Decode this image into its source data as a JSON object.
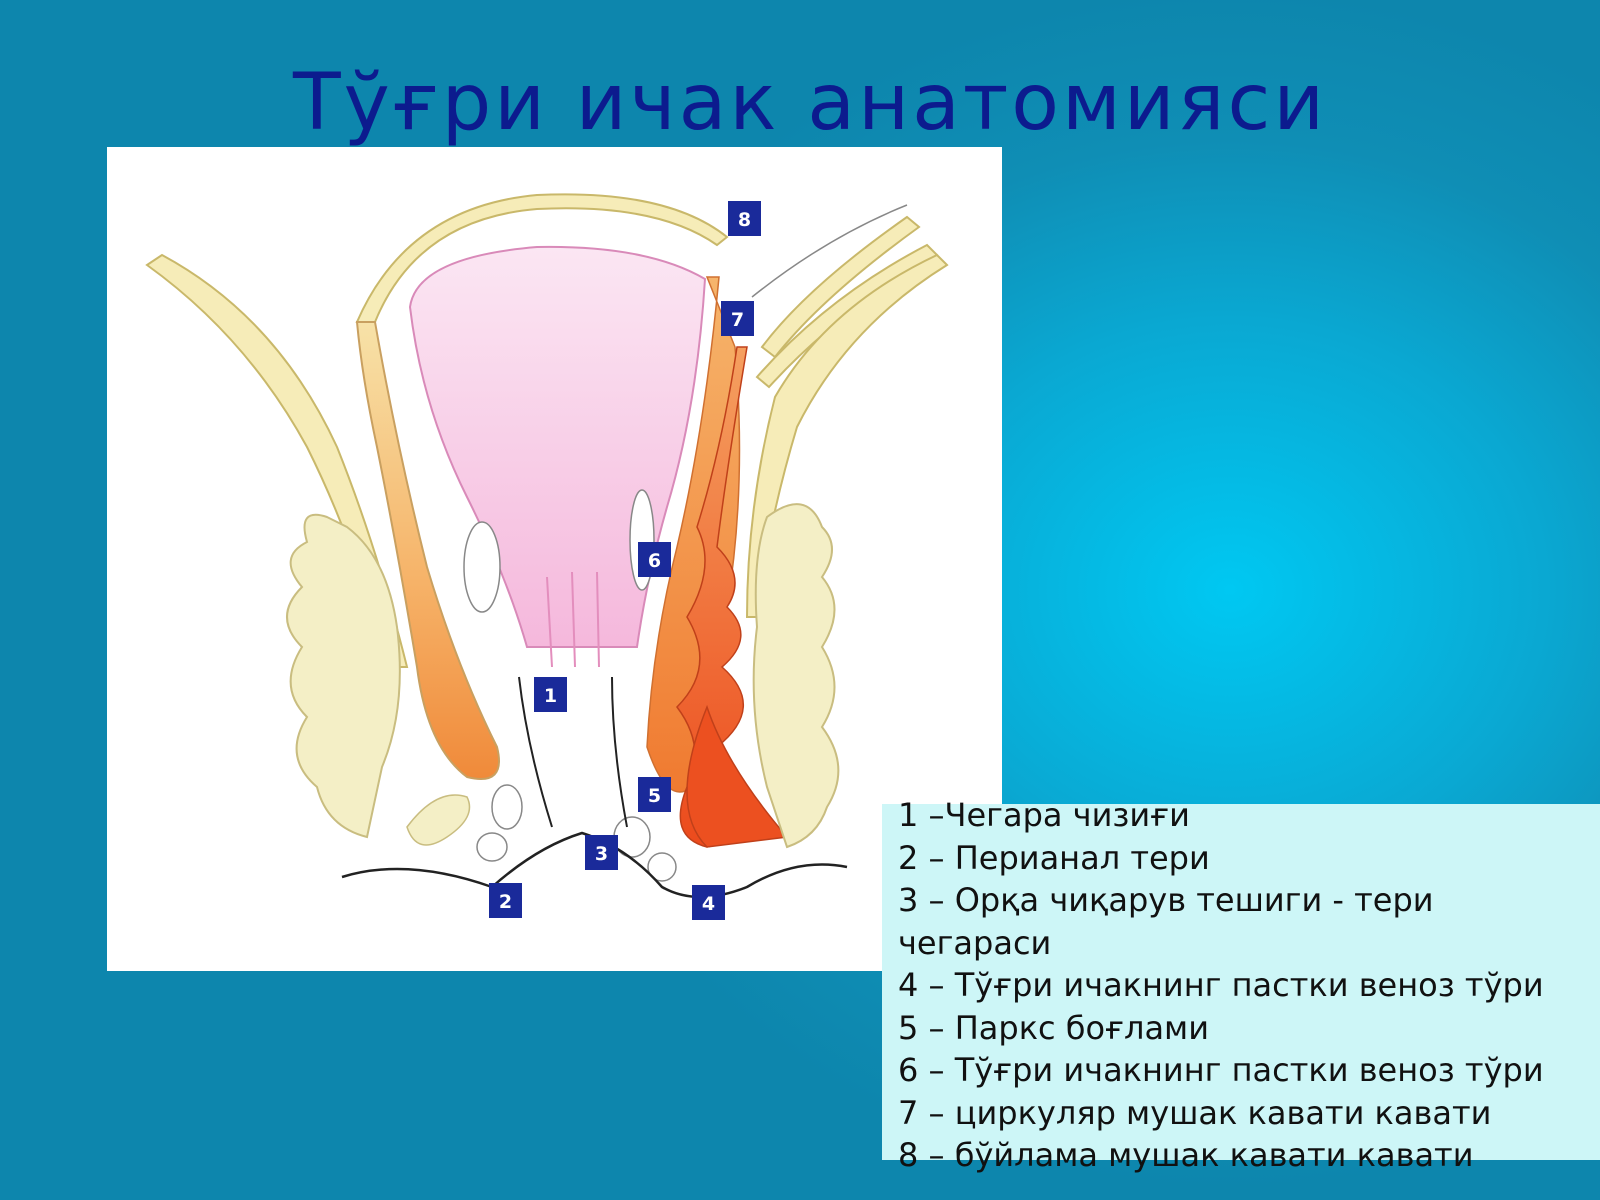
{
  "title": "Тўғри ичак анатомияси",
  "markers": [
    "8",
    "7",
    "6",
    "1",
    "5",
    "3",
    "2",
    "4"
  ],
  "legend": [
    "1 –Чегара чизиғи",
    "2 – Перианал тери",
    "3 – Орқа чиқарув тешиги - тери чегараси",
    "4 – Тўғри  ичакнинг пастки веноз тўри",
    "5 – Паркс боғлами",
    "6 – Тўғри  ичакнинг пастки веноз тўри",
    "7 – циркуляр мушак кавати кавати",
    "8 – бўйлама мушак кавати кавати"
  ],
  "colors": {
    "background": "#0aa8d2",
    "title": "#0c1b8e",
    "marker": "#1a2a9a",
    "bone": "#f6ecb8",
    "fat": "#f4efc6",
    "mucosa": "#f7c8e6",
    "muscle": "#f08a3a",
    "legend_bg": "#cdf6f7"
  }
}
